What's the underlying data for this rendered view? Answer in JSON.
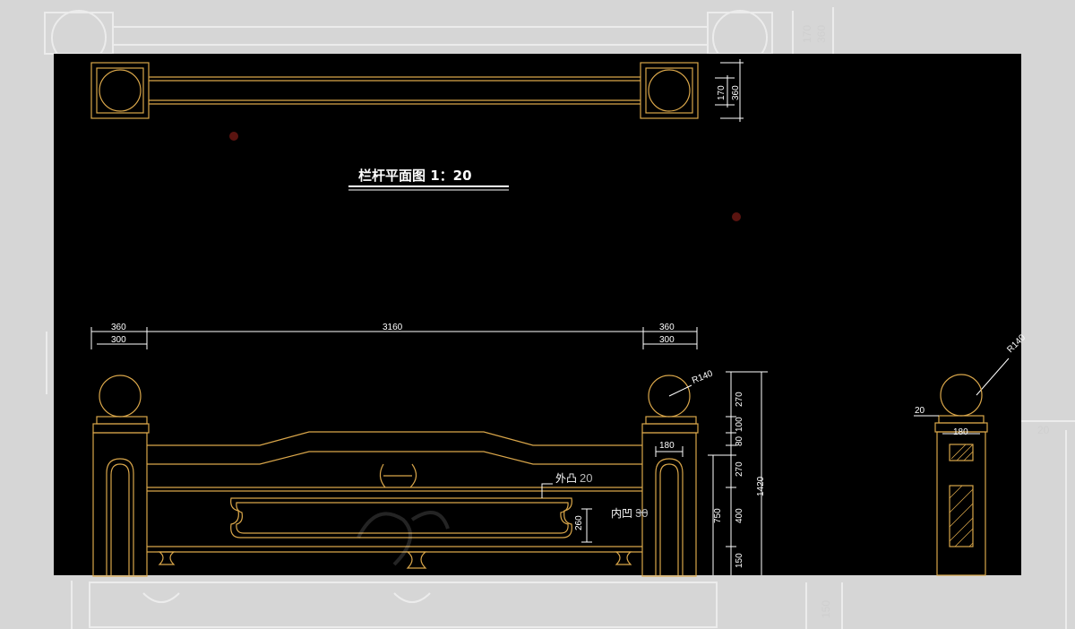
{
  "colors": {
    "background": "#d6d6d6",
    "canvas": "#000000",
    "outline": "#d9a64a",
    "dimension": "#ffffff",
    "centerline": "#d14a3a"
  },
  "drawing": {
    "plan_title": "栏杆平面图 1：20",
    "plan_dims": {
      "inner": "170",
      "outer": "360"
    },
    "elevation_dims_top": {
      "left_outer": "360",
      "left_inner": "300",
      "span": "3160",
      "right_outer": "360",
      "right_inner": "300"
    },
    "post_width": "180",
    "radius": "R140",
    "right_stack": [
      "270",
      "100",
      "80",
      "270",
      "400",
      "150"
    ],
    "right_stack_totals": {
      "lower": "750",
      "overall": "1420"
    },
    "panel_height": "260",
    "note_outer": "外凸",
    "note_outer_value": "20",
    "note_inner": "内凹",
    "note_inner_value": "30",
    "section": {
      "radius": "R140",
      "offset": "20",
      "width": "180"
    }
  },
  "background_dims": {
    "top_a": "170",
    "top_b": "360",
    "side": "20",
    "bottom": "150"
  }
}
